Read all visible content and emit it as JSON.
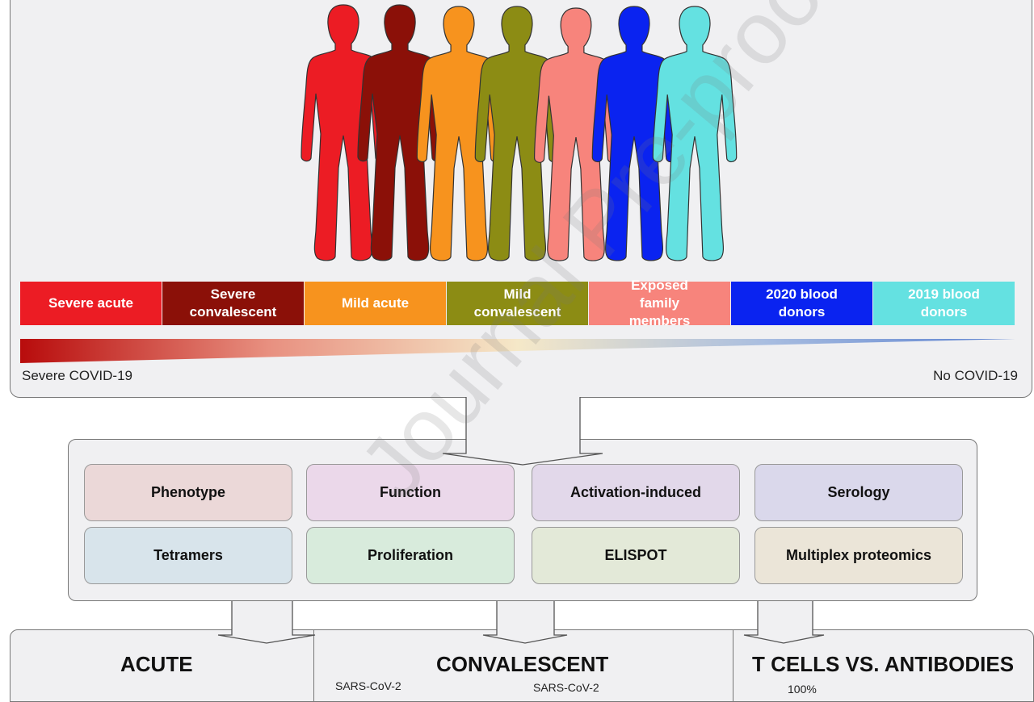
{
  "groups": [
    {
      "label": "Severe acute",
      "color": "#ec1c24"
    },
    {
      "label": "Severe convalescent",
      "color": "#8b1008"
    },
    {
      "label": "Mild acute",
      "color": "#f7931e"
    },
    {
      "label": "Mild convalescent",
      "color": "#8c8c14"
    },
    {
      "label": "Exposed family members",
      "color": "#f7847c"
    },
    {
      "label": "2020 blood donors",
      "color": "#0a23f0"
    },
    {
      "label": "2019 blood donors",
      "color": "#64e1e1"
    }
  ],
  "scale": {
    "left": "Severe COVID-19",
    "right": "No COVID-19"
  },
  "methods": [
    {
      "label": "Phenotype",
      "color": "#ebd8d8"
    },
    {
      "label": "Function",
      "color": "#ebd8ea"
    },
    {
      "label": "Activation-induced",
      "color": "#e2d8ea"
    },
    {
      "label": "Serology",
      "color": "#dad8eb"
    },
    {
      "label": "Tetramers",
      "color": "#d8e4eb"
    },
    {
      "label": "Proliferation",
      "color": "#d8ebdc"
    },
    {
      "label": "ELISPOT",
      "color": "#e3e9d8"
    },
    {
      "label": "Multiplex proteomics",
      "color": "#ebe5d8"
    }
  ],
  "bottom": {
    "acute": "ACUTE",
    "convalescent": "CONVALESCENT",
    "tcells": "T CELLS VS. ANTIBODIES",
    "sars1": "SARS-CoV-2",
    "sars2": "SARS-CoV-2",
    "pct": "100%"
  },
  "watermark": "Journal Pre-proof"
}
